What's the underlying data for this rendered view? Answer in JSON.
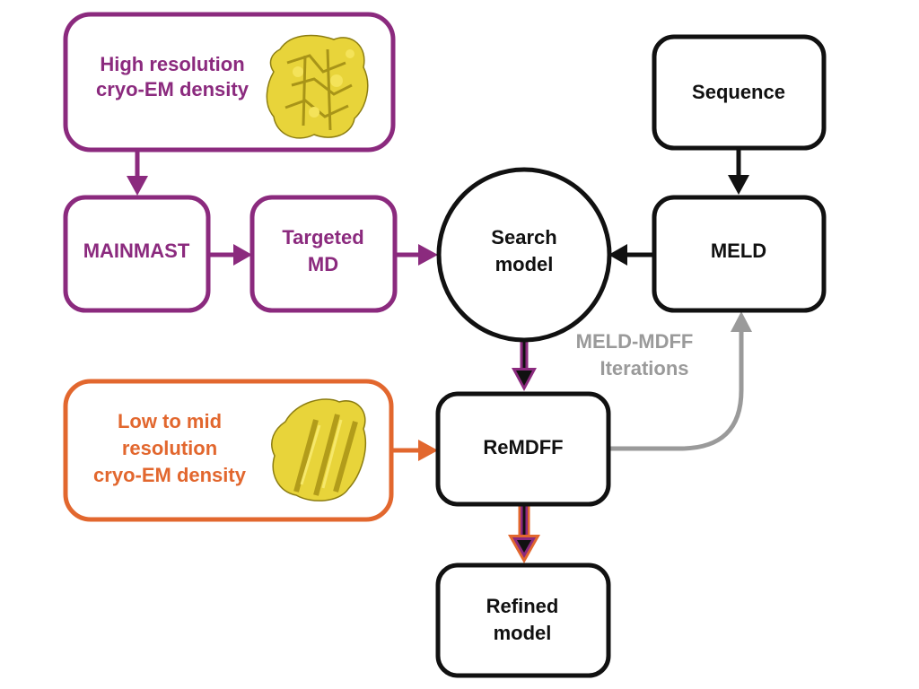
{
  "colors": {
    "purple": "#8b2a7e",
    "orange": "#e2672e",
    "black": "#111111",
    "gray": "#9a9a9a",
    "density_yellow": "#e8d43a"
  },
  "nodes": {
    "high_res": {
      "line1": "High resolution",
      "line2": "cryo-EM density"
    },
    "low_res": {
      "line1": "Low to mid",
      "line2": "resolution",
      "line3": "cryo-EM density"
    },
    "mainmast": {
      "label": "MAINMAST"
    },
    "targeted_md": {
      "line1": "Targeted",
      "line2": "MD"
    },
    "search_model": {
      "line1": "Search",
      "line2": "model"
    },
    "sequence": {
      "label": "Sequence"
    },
    "meld": {
      "label": "MELD"
    },
    "remdff": {
      "label": "ReMDFF"
    },
    "refined_model": {
      "line1": "Refined",
      "line2": "model"
    }
  },
  "iteration_label": {
    "line1": "MELD-MDFF",
    "line2": "Iterations"
  }
}
